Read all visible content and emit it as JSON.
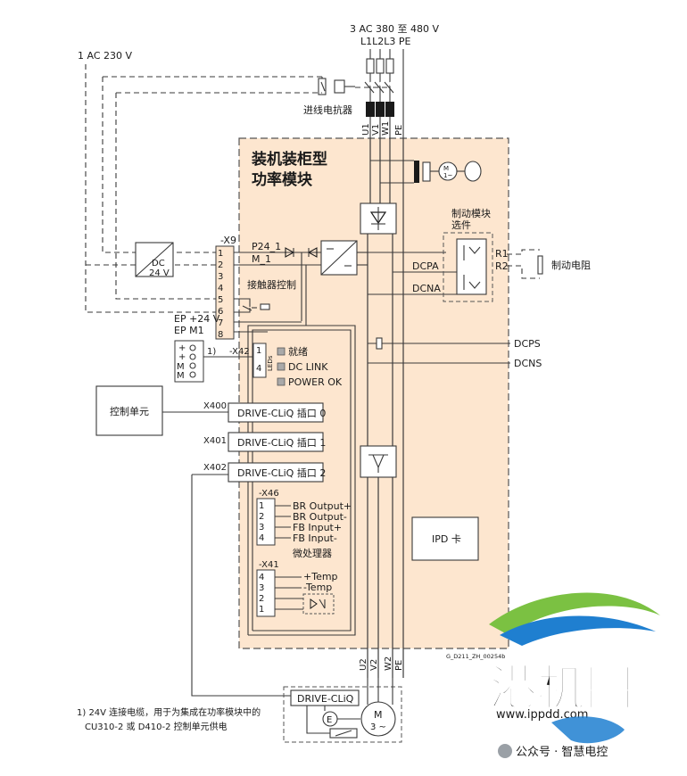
{
  "colors": {
    "panel_fill": "#fde6cf",
    "panel_border": "#555555",
    "line": "#3a3a3a",
    "led": "#a9a9a9",
    "watermark_green": "#7bc142",
    "watermark_blue": "#1f7fd0"
  },
  "supply": {
    "main": "3 AC 380 至 480 V",
    "phases": "L1L2L3 PE",
    "aux": "1 AC 230 V"
  },
  "reactor": {
    "label": "进线电抗器"
  },
  "terminals_in": {
    "u1": "U1",
    "v1": "V1",
    "w1": "W1",
    "pe": "PE"
  },
  "terminals_out": {
    "u2": "U2",
    "v2": "V2",
    "w2": "W2",
    "pe": "PE"
  },
  "module": {
    "title1": "装机装柜型",
    "title2": "功率模块"
  },
  "brake": {
    "module_line1": "制动模块",
    "module_line2": "选件",
    "r1": "R1",
    "r2": "R2",
    "resistor": "制动电阻"
  },
  "dc": {
    "dcpa": "DCPA",
    "dcna": "DCNA",
    "dcps": "DCPS",
    "dcns": "DCNS"
  },
  "x9": {
    "header": "-X9",
    "pins": [
      "1",
      "2",
      "3",
      "4",
      "5",
      "6",
      "7",
      "8"
    ],
    "p24": "P24_1",
    "m1": "M_1",
    "ep24": "EP +24 V",
    "epm1": "EP M1",
    "contactor": "接触器控制"
  },
  "psu": {
    "line1": "DC",
    "line2": "24 V"
  },
  "x42": {
    "header": "-X42",
    "note": "1)",
    "pins": [
      "1",
      "4"
    ],
    "leds_caption": "LEDs",
    "aux_pins": [
      "+",
      "+",
      "M",
      "M"
    ]
  },
  "leds": [
    "就绪",
    "DC LINK",
    "POWER OK"
  ],
  "control_unit": "控制单元",
  "drivecliq": [
    {
      "port": "X400",
      "label": "DRIVE-CLiQ 插口 0"
    },
    {
      "port": "X401",
      "label": "DRIVE-CLiQ 插口 1"
    },
    {
      "port": "X402",
      "label": "DRIVE-CLiQ 插口 2"
    }
  ],
  "x46": {
    "header": "-X46",
    "pins": [
      "1",
      "2",
      "3",
      "4"
    ],
    "signals": [
      "BR Output+",
      "BR Output-",
      "FB Input+",
      "FB Input-"
    ]
  },
  "micro": "微处理器",
  "x41": {
    "header": "-X41",
    "pins": [
      "4",
      "3",
      "2",
      "1"
    ],
    "signals": [
      "+Temp",
      "-Temp"
    ]
  },
  "ipd": "IPD 卡",
  "motor": {
    "drivecliq": "DRIVE-CLiQ",
    "encoder": "E",
    "m": "M",
    "phases": "3 ~"
  },
  "diagram_code": "G_D211_ZH_00254b",
  "footnote": {
    "line1": "1) 24V 连接电缆，用于为集成在功率模块中的",
    "line2": "CU310-2 或 D410-2 控制单元供电"
  },
  "watermark": {
    "brand": "港机圈",
    "url": "www.ippdd.com",
    "wechat": "公众号 · 智慧电控"
  }
}
